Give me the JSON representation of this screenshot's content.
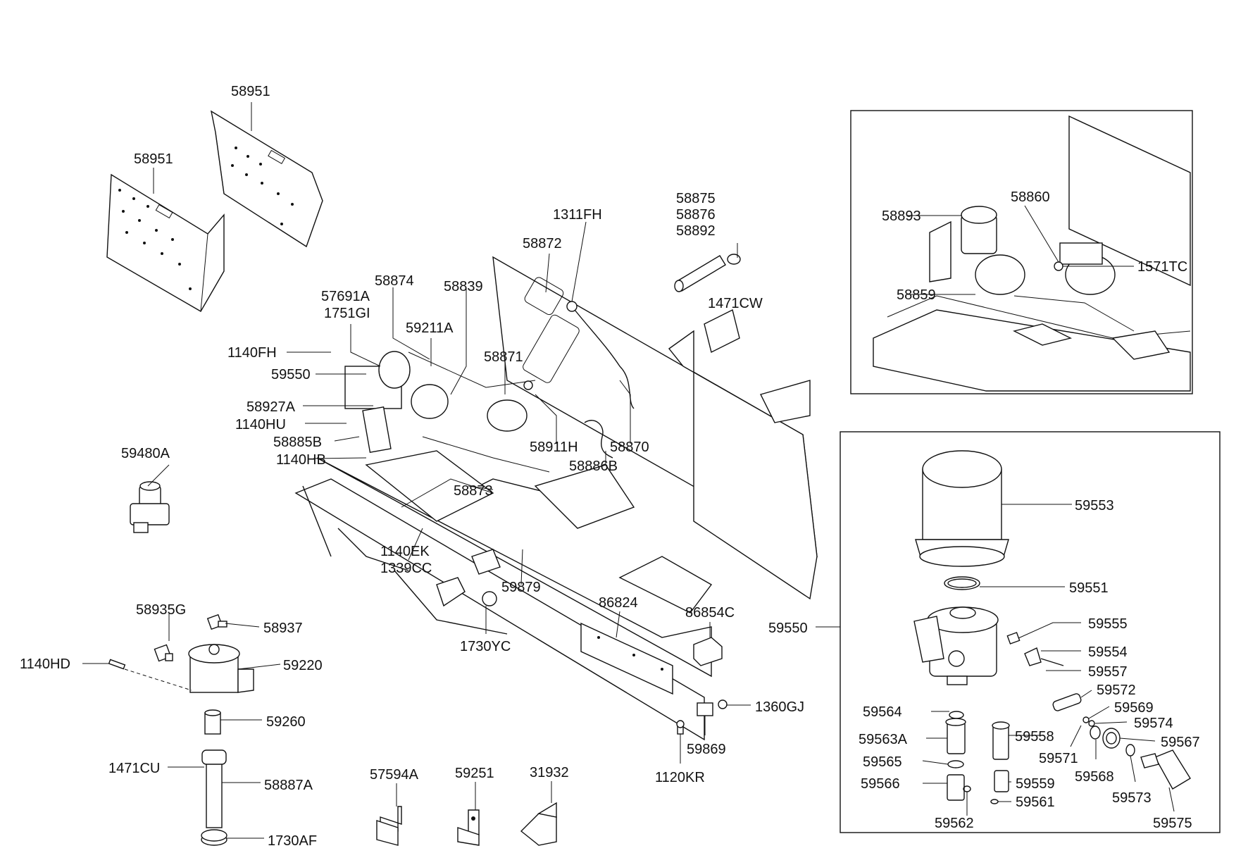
{
  "labels": {
    "l58951a": "58951",
    "l58951b": "58951",
    "l58875": "58875",
    "l58876": "58876",
    "l58892": "58892",
    "l1471CW": "1471CW",
    "l1311FH": "1311FH",
    "l58872": "58872",
    "l58874": "58874",
    "l58839": "58839",
    "l57691A": "57691A",
    "l1751GI": "1751GI",
    "l59211A": "59211A",
    "l1140FH": "1140FH",
    "l59550a": "59550",
    "l58871": "58871",
    "l58927A": "58927A",
    "l1140HU": "1140HU",
    "l58885B": "58885B",
    "l1140HB": "1140HB",
    "l58911H": "58911H",
    "l58870": "58870",
    "l58886B": "58886B",
    "l58873": "58873",
    "l59480A": "59480A",
    "l1140EK": "1140EK",
    "l1339CC": "1339CC",
    "l59879": "59879",
    "l1730YC": "1730YC",
    "l58935G": "58935G",
    "l58937": "58937",
    "l1140HD": "1140HD",
    "l59220": "59220",
    "l59260": "59260",
    "l1471CU": "1471CU",
    "l58887A": "58887A",
    "l1730AF": "1730AF",
    "l57594A": "57594A",
    "l59251": "59251",
    "l31932": "31932",
    "l86824": "86824",
    "l86854C": "86854C",
    "l1360GJ": "1360GJ",
    "l59869": "59869",
    "l1120KR": "1120KR",
    "l58893": "58893",
    "l58860": "58860",
    "l1571TC": "1571TC",
    "l58859": "58859",
    "l59553": "59553",
    "l59551": "59551",
    "l59550b": "59550",
    "l59555": "59555",
    "l59554": "59554",
    "l59557": "59557",
    "l59572": "59572",
    "l59564": "59564",
    "l59569": "59569",
    "l59574": "59574",
    "l59563A": "59563A",
    "l59558": "59558",
    "l59567": "59567",
    "l59571": "59571",
    "l59565": "59565",
    "l59568": "59568",
    "l59566": "59566",
    "l59559": "59559",
    "l59573": "59573",
    "l59561": "59561",
    "l59562": "59562",
    "l59575": "59575"
  },
  "colors": {
    "line": "#111111",
    "background": "#ffffff"
  }
}
